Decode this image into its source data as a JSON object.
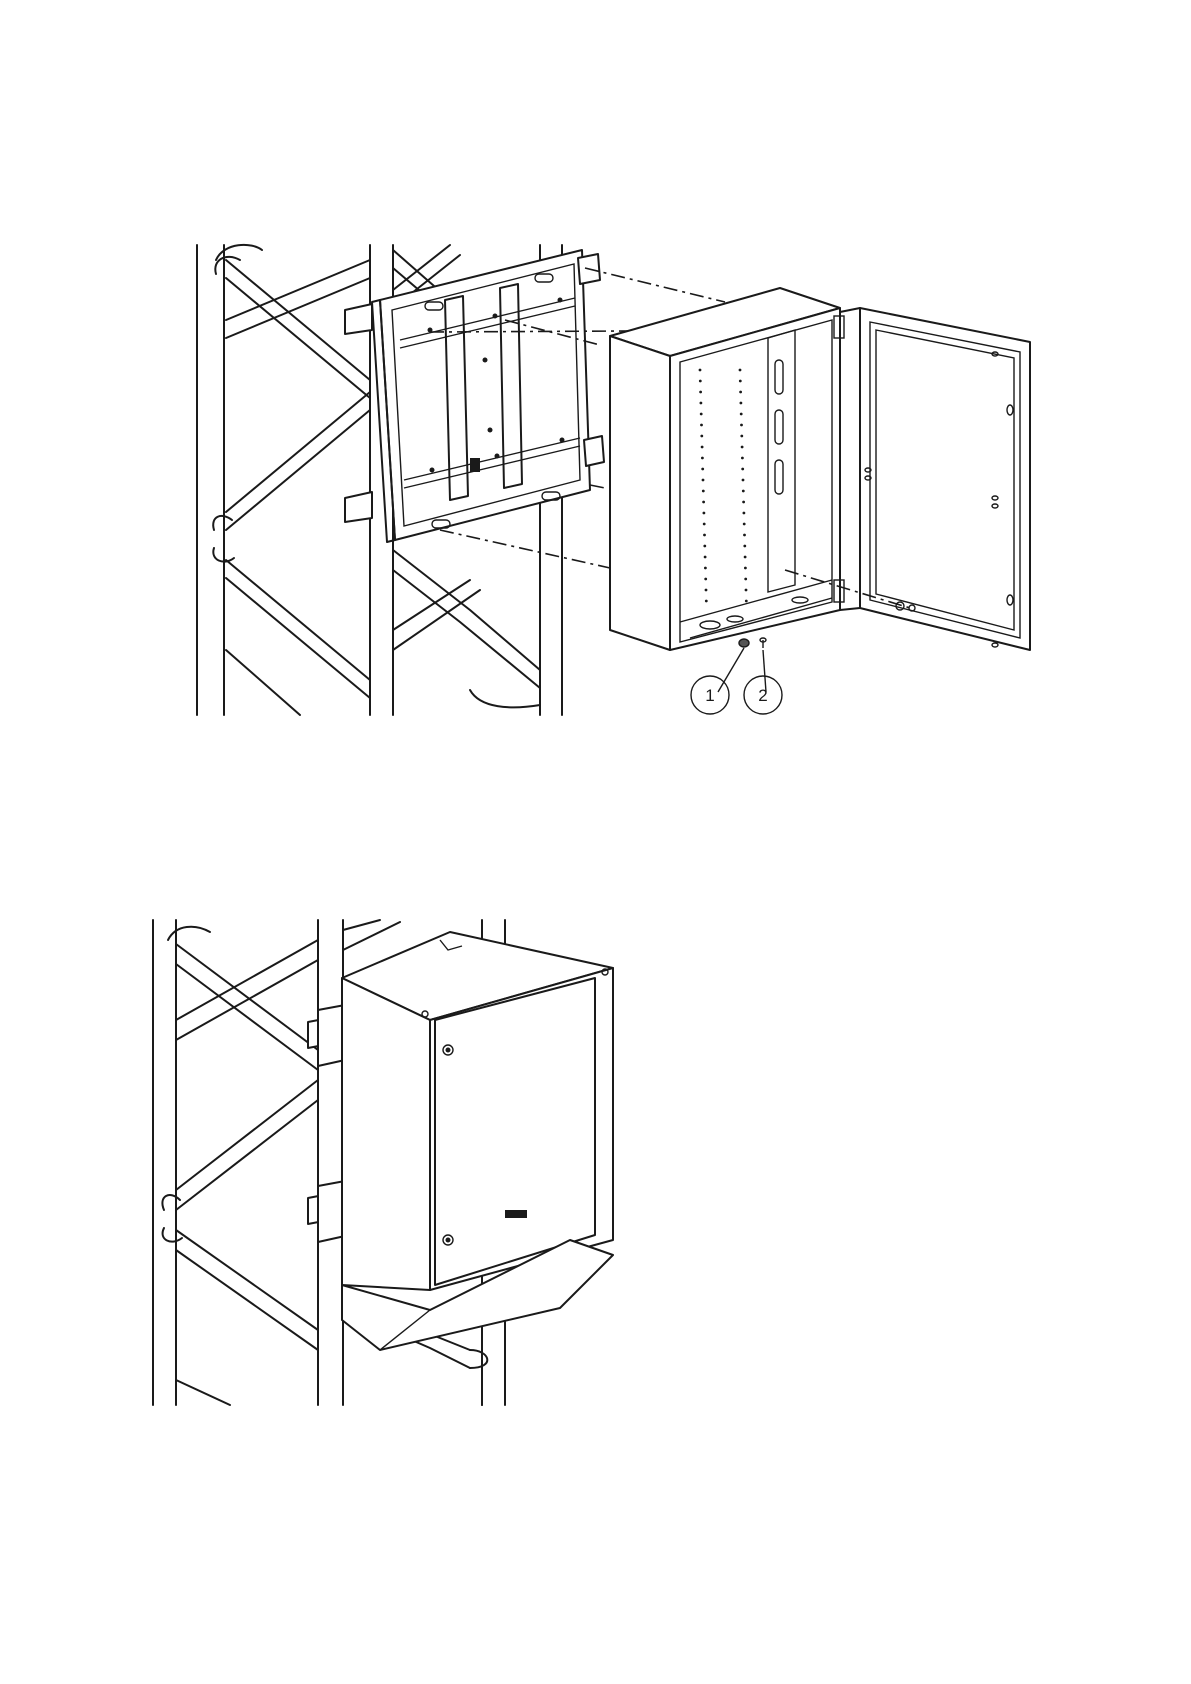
{
  "figures": [
    {
      "id": "exploded-mounting-view",
      "callouts": [
        {
          "label": "1",
          "part": "washer"
        },
        {
          "label": "2",
          "part": "screw"
        }
      ]
    },
    {
      "id": "installed-view",
      "callouts": []
    }
  ],
  "colors": {
    "line": "#1a1a1a",
    "background": "#ffffff"
  }
}
